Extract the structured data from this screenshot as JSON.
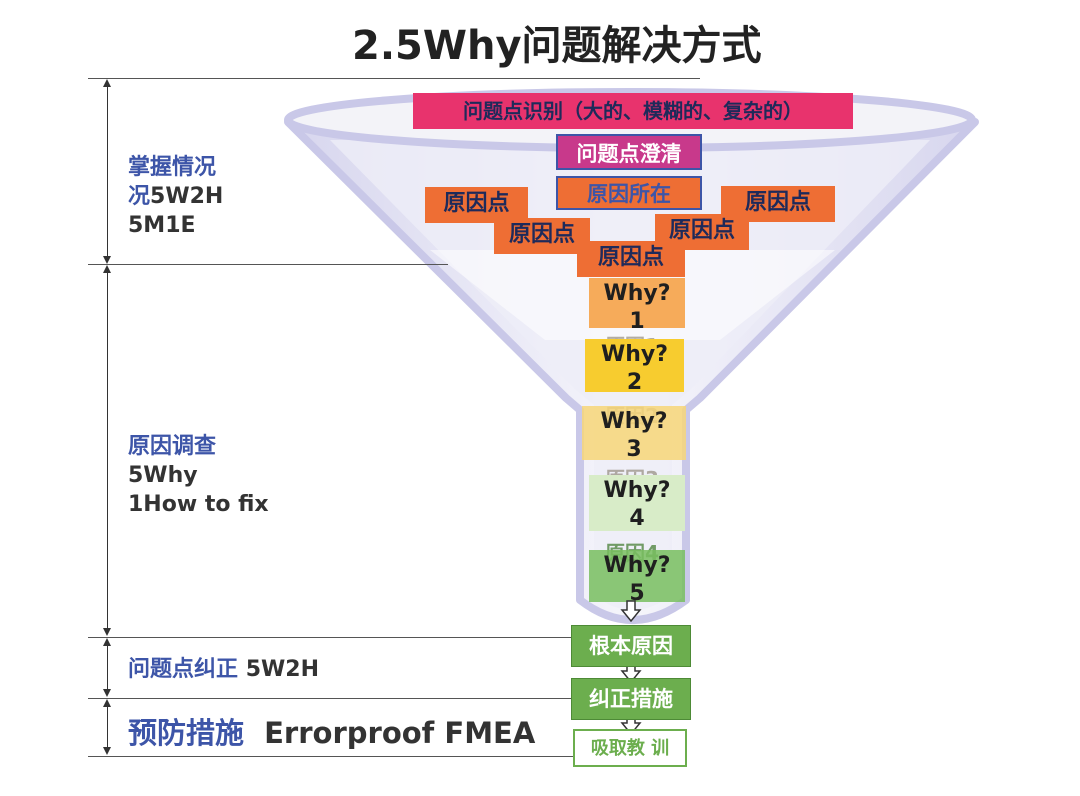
{
  "title": "2.5Why问题解决方式",
  "left_labels": {
    "section1_heading": "掌握情况",
    "section1_line2_prefix": "况",
    "section1_line2_rest": "5W2H",
    "section1_line3": "5M1E",
    "section2_heading": "原因调查",
    "section2_line2": "5Why",
    "section2_line3": "1How to fix",
    "section3_heading": "问题点纠正",
    "section3_rest": "5W2H",
    "section4_heading": "预防措施",
    "section4_rest": "Errorproof FMEA"
  },
  "funnel": {
    "top_banner": "问题点识别（大的、模糊的、复杂的）",
    "clarify": "问题点澄清",
    "cause_location": "原因所在",
    "cause_point": "原因点"
  },
  "whys": [
    {
      "label": "Why?\n1",
      "behind": "原因1"
    },
    {
      "label": "Why?\n2",
      "behind": "原因2"
    },
    {
      "label": "Why?\n3",
      "behind": "原因3"
    },
    {
      "label": "Why?\n4",
      "behind": "原因4"
    },
    {
      "label": "Why?\n5",
      "behind": ""
    }
  ],
  "outputs": {
    "root_cause": "根本原因",
    "corrective": "纠正措施",
    "lessons": "吸取教 训"
  },
  "colors": {
    "banner": "#e8336d",
    "clarify": "#c8398b",
    "orange": "#ee6e34",
    "why1": "#f6ab5a",
    "why2": "#f7cc2f",
    "why3": "#f8de8a",
    "why4": "#d8ecc8",
    "why5": "#8dc875",
    "green": "#6cae4e",
    "label_blue": "#3d55a8",
    "funnel_edge": "#c9c8e8"
  }
}
